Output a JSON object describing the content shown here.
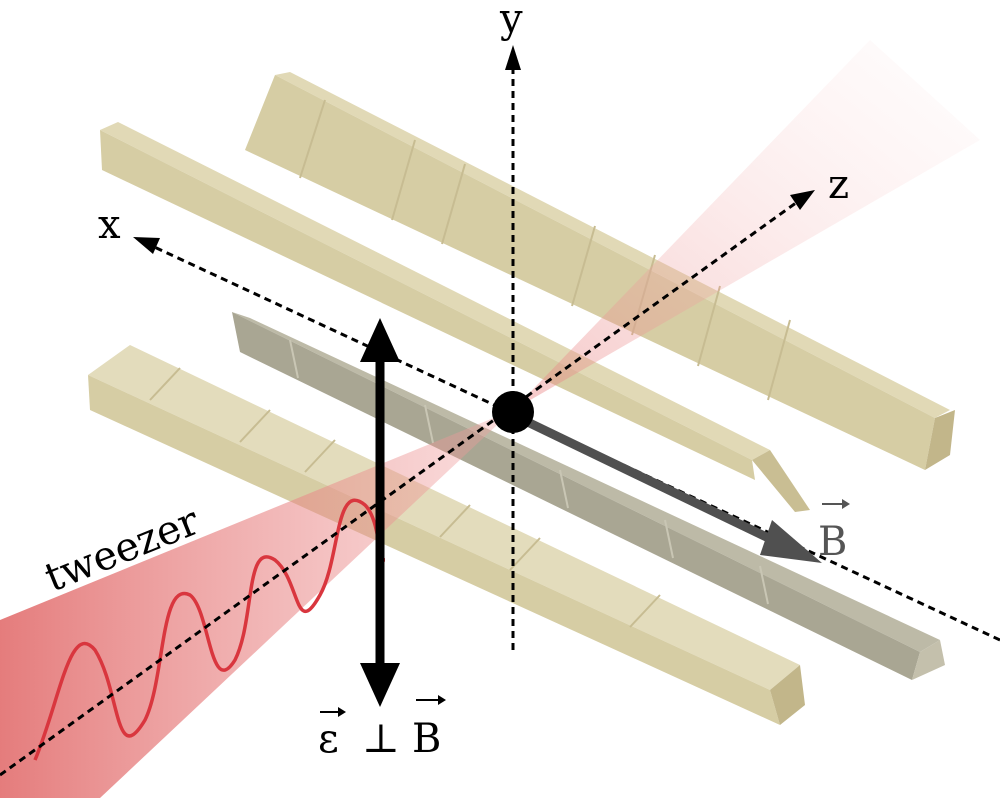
{
  "labels": {
    "axis_y": "y",
    "axis_x": "x",
    "axis_z": "z",
    "field": "B",
    "tweezer": "tweezer",
    "polarization_eps": "ε",
    "polarization_perp": "⊥",
    "polarization_b": "B"
  },
  "colors": {
    "electrode": "#d6cda4",
    "electrode_shade": "#c2b68a",
    "electrode_dark": "#a9a693",
    "beam": "#e57373",
    "wave": "#d9363e",
    "field_arrow": "#505050",
    "axis": "#000000"
  }
}
